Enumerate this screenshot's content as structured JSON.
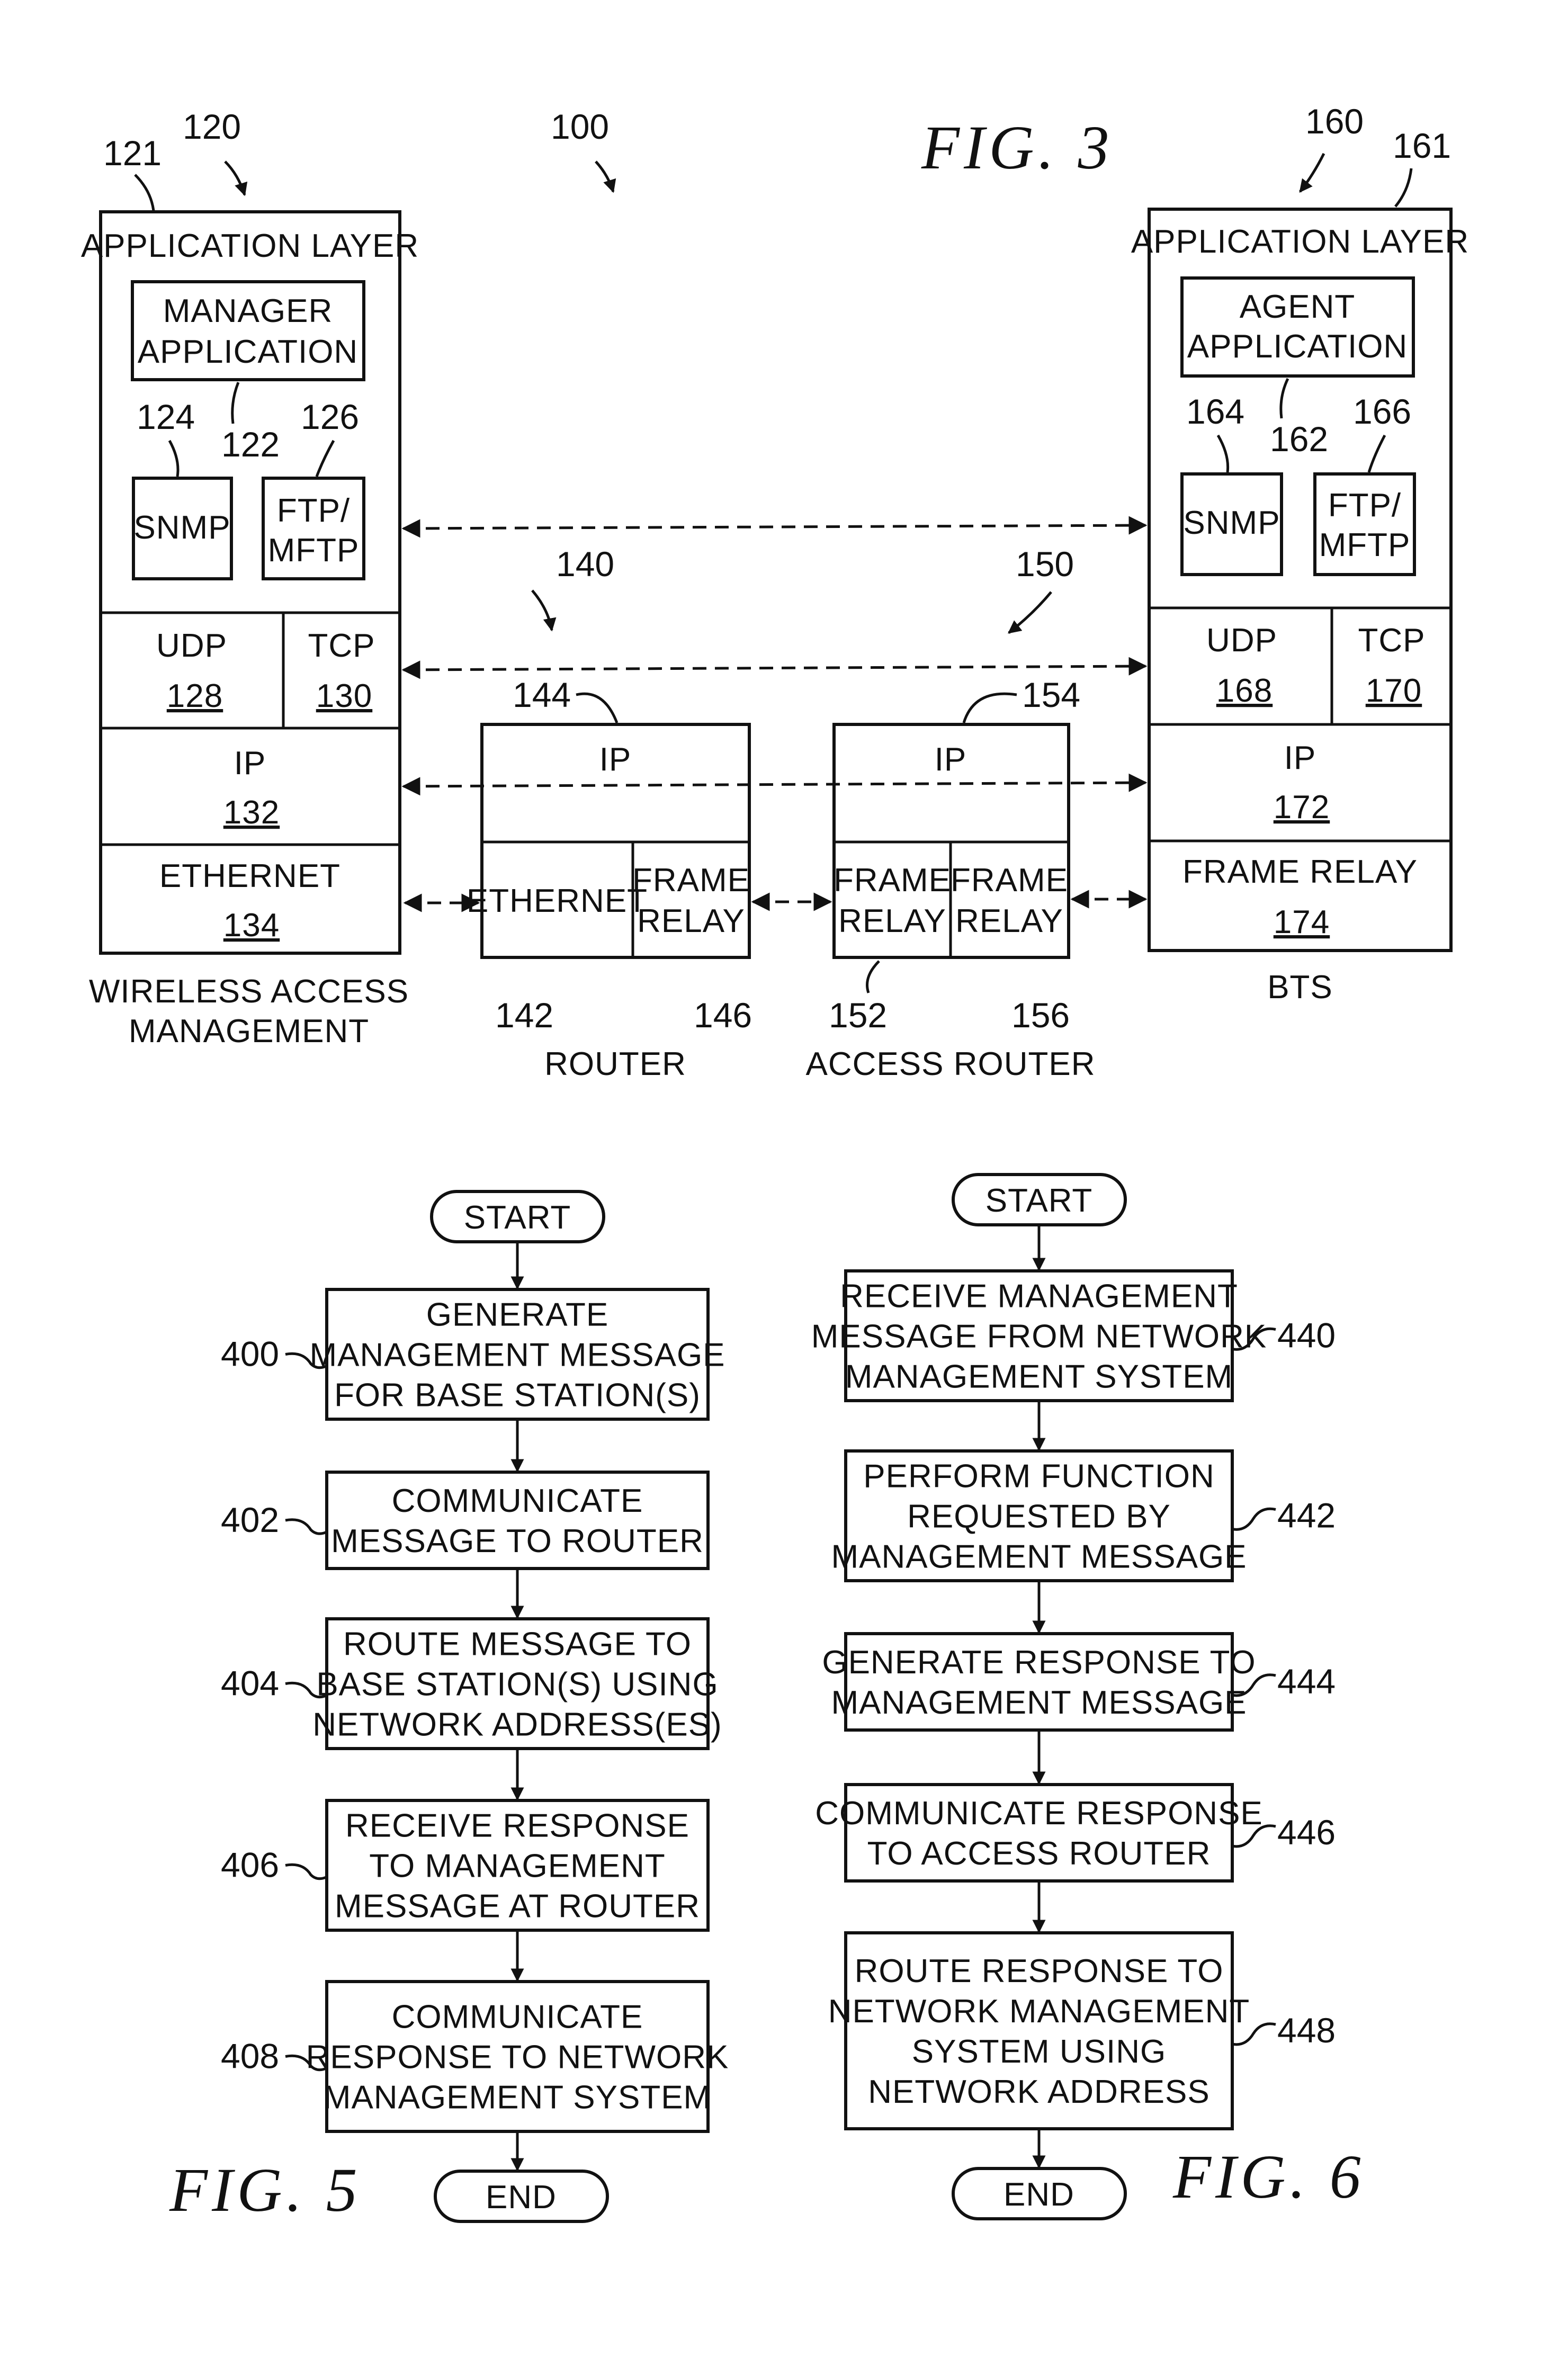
{
  "fig3": {
    "title": "FIG. 3",
    "ref_system": "100",
    "ref_wam": "120",
    "ref_wam_stack": "121",
    "ref_bts": "160",
    "ref_bts_stack": "161",
    "ref_router": "140",
    "ref_access_router": "150",
    "wam": {
      "app_layer": "APPLICATION LAYER",
      "app_line1": "MANAGER",
      "app_line2": "APPLICATION",
      "ref_app": "122",
      "snmp": "SNMP",
      "ref_snmp": "124",
      "ftp_line1": "FTP/",
      "ftp_line2": "MFTP",
      "ref_ftp": "126",
      "udp": "UDP",
      "udp_num": "128",
      "tcp": "TCP",
      "tcp_num": "130",
      "ip": "IP",
      "ip_num": "132",
      "link": "ETHERNET",
      "link_num": "134",
      "caption_line1": "WIRELESS ACCESS",
      "caption_line2": "MANAGEMENT"
    },
    "router": {
      "ip": "IP",
      "ref_ip": "144",
      "ethernet": "ETHERNET",
      "ref_ethernet": "142",
      "fr_line1": "FRAME",
      "fr_line2": "RELAY",
      "ref_fr": "146",
      "caption": "ROUTER"
    },
    "access_router": {
      "ip": "IP",
      "ref_ip": "154",
      "fr1_line1": "FRAME",
      "fr1_line2": "RELAY",
      "ref_fr1": "152",
      "fr2_line1": "FRAME",
      "fr2_line2": "RELAY",
      "ref_fr2": "156",
      "caption": "ACCESS ROUTER"
    },
    "bts": {
      "app_layer": "APPLICATION LAYER",
      "app_line1": "AGENT",
      "app_line2": "APPLICATION",
      "ref_app": "162",
      "snmp": "SNMP",
      "ref_snmp": "164",
      "ftp_line1": "FTP/",
      "ftp_line2": "MFTP",
      "ref_ftp": "166",
      "udp": "UDP",
      "udp_num": "168",
      "tcp": "TCP",
      "tcp_num": "170",
      "ip": "IP",
      "ip_num": "172",
      "link": "FRAME RELAY",
      "link_num": "174",
      "caption": "BTS"
    }
  },
  "fig5": {
    "title": "FIG. 5",
    "start": "START",
    "end": "END",
    "steps": [
      {
        "ref": "400",
        "lines": [
          "GENERATE",
          "MANAGEMENT MESSAGE",
          "FOR BASE STATION(S)"
        ]
      },
      {
        "ref": "402",
        "lines": [
          "COMMUNICATE",
          "MESSAGE TO ROUTER"
        ]
      },
      {
        "ref": "404",
        "lines": [
          "ROUTE MESSAGE TO",
          "BASE STATION(S) USING",
          "NETWORK ADDRESS(ES)"
        ]
      },
      {
        "ref": "406",
        "lines": [
          "RECEIVE RESPONSE",
          "TO MANAGEMENT",
          "MESSAGE AT ROUTER"
        ]
      },
      {
        "ref": "408",
        "lines": [
          "COMMUNICATE",
          "RESPONSE TO NETWORK",
          "MANAGEMENT SYSTEM"
        ]
      }
    ]
  },
  "fig6": {
    "title": "FIG. 6",
    "start": "START",
    "end": "END",
    "steps": [
      {
        "ref": "440",
        "lines": [
          "RECEIVE MANAGEMENT",
          "MESSAGE FROM NETWORK",
          "MANAGEMENT SYSTEM"
        ]
      },
      {
        "ref": "442",
        "lines": [
          "PERFORM FUNCTION",
          "REQUESTED BY",
          "MANAGEMENT MESSAGE"
        ]
      },
      {
        "ref": "444",
        "lines": [
          "GENERATE RESPONSE TO",
          "MANAGEMENT MESSAGE"
        ]
      },
      {
        "ref": "446",
        "lines": [
          "COMMUNICATE RESPONSE",
          "TO ACCESS ROUTER"
        ]
      },
      {
        "ref": "448",
        "lines": [
          "ROUTE RESPONSE TO",
          "NETWORK MANAGEMENT",
          "SYSTEM USING",
          "NETWORK ADDRESS"
        ]
      }
    ]
  }
}
